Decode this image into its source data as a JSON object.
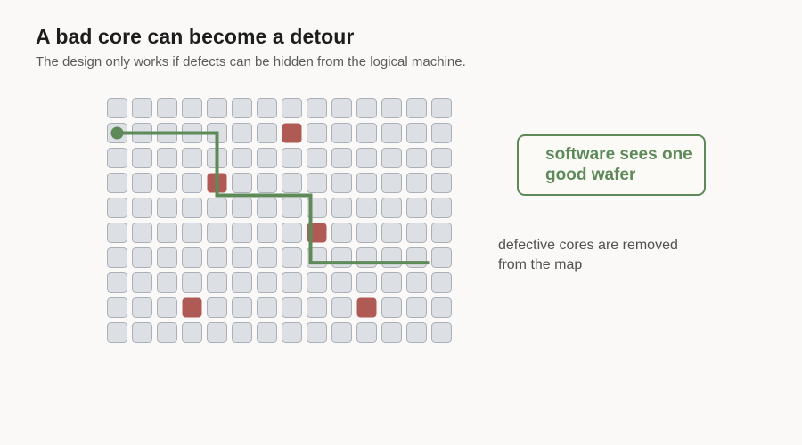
{
  "header": {
    "title": "A bad core can become a detour",
    "subtitle": "The design only works if defects can be hidden from the logical machine."
  },
  "wafer": {
    "columns": 14,
    "rows": 10,
    "defective_cores": [
      [
        7,
        1
      ],
      [
        4,
        3
      ],
      [
        8,
        5
      ],
      [
        3,
        8
      ],
      [
        10,
        8
      ]
    ],
    "route": [
      [
        0,
        1
      ],
      [
        4,
        1
      ],
      [
        4,
        3.5
      ],
      [
        7.75,
        3.5
      ],
      [
        7.75,
        6.2
      ],
      [
        12.5,
        6.2
      ]
    ],
    "colors": {
      "core": "#dcdfe3",
      "core_border": "#a9b0b8",
      "defect": "#b05a55",
      "route": "#5e8a5a"
    }
  },
  "callout": {
    "text": "software sees one good wafer"
  },
  "note": {
    "text": "defective cores are removed from the map"
  }
}
